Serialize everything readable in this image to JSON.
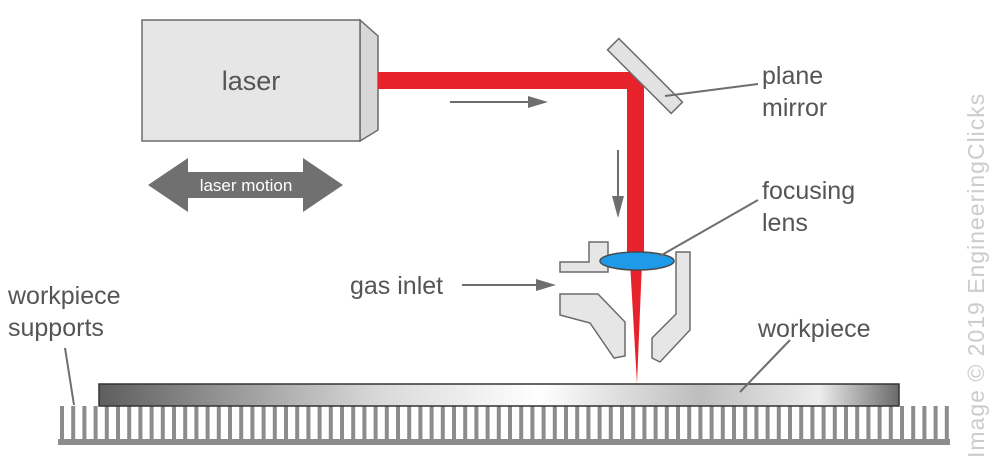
{
  "labels": {
    "laser": "laser",
    "laser_motion": "laser motion",
    "plane_mirror_line1": "plane",
    "plane_mirror_line2": "mirror",
    "focusing_lens_line1": "focusing",
    "focusing_lens_line2": "lens",
    "gas_inlet": "gas inlet",
    "workpiece_supports_line1": "workpiece",
    "workpiece_supports_line2": "supports",
    "workpiece": "workpiece"
  },
  "credit": "Image © 2019 EngineeringClicks",
  "colors": {
    "beam": "#e8222b",
    "lens": "#1e9be8",
    "laser_body": "#e6e6e6",
    "outline": "#6b6b6b",
    "label_text": "#555555",
    "arrow_gray": "#6e6e6e",
    "credit_gray": "#cccccc"
  }
}
